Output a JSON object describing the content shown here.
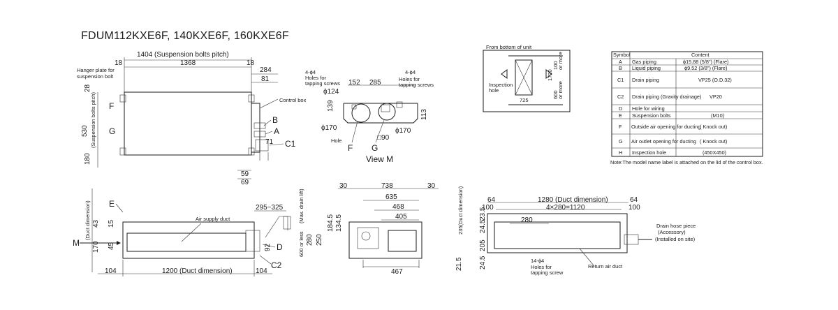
{
  "title": "FDUM112KXE6F, 140KXE6F, 160KXE6F",
  "top_view": {
    "dims": [
      "1404 (Suspension bolts pitch)",
      "18",
      "1368",
      "18",
      "284",
      "81",
      "28",
      "530",
      "(Suspension bolts pitch)",
      "180",
      "71",
      "59",
      "69"
    ],
    "callouts": [
      "Hanger plate for",
      "suspension bolt",
      "Control box",
      "F",
      "G",
      "B",
      "A",
      "C1"
    ]
  },
  "view_m": {
    "notes": [
      "4-ϕ4",
      "Holes for",
      "tapping screws",
      "4-ϕ4",
      "Holes for",
      "tapping screws"
    ],
    "dims": [
      "152",
      "285",
      "ϕ124",
      "139",
      "113",
      "ϕ170",
      "ϕ170",
      "□90"
    ],
    "labels": [
      "Hole",
      "F",
      "G"
    ],
    "caption": "View M"
  },
  "bottom_inset": {
    "title": "From bottom of unit",
    "hole_label": [
      "Inspection",
      "hole"
    ],
    "dims": [
      "1720",
      "100",
      "or more",
      "600",
      "or more",
      "725"
    ]
  },
  "table": {
    "headers": [
      "Symbol",
      "Content"
    ],
    "rows": [
      {
        "sym": "A",
        "name": "Gas piping",
        "val": "ϕ15.88 (5/8\")  (Flare)"
      },
      {
        "sym": "B",
        "name": "Liquid piping",
        "val": "ϕ9.52 (3/8\")  (Flare)"
      },
      {
        "sym": "C1",
        "name": "Drain piping",
        "val": "VP25 (O.D.32)"
      },
      {
        "sym": "C2",
        "name": "Drain piping (Gravity drainage)",
        "val": "VP20"
      },
      {
        "sym": "D",
        "name": "Hole for wiring",
        "val": ""
      },
      {
        "sym": "E",
        "name": "Suspension bolts",
        "val": "(M10)"
      },
      {
        "sym": "F",
        "name": "Outside air opening for ducting",
        "val": "( Knock out)"
      },
      {
        "sym": "G",
        "name": "Air outlet opening for ducting",
        "val": "( Knock out)"
      },
      {
        "sym": "H",
        "name": "Inspection hole",
        "val": "(450X450)"
      }
    ],
    "note": "Note:The model name label is attached on the lid of the control box."
  },
  "front_view": {
    "dims": [
      "(Duct dimension)",
      "43",
      "15",
      "170",
      "45",
      "92",
      "295~325",
      "1200 (Duct dimension)",
      "104",
      "104"
    ],
    "callouts": [
      "E",
      "Air supply duct",
      "M",
      "D",
      "C2"
    ]
  },
  "side_view": {
    "dims": [
      "30",
      "738",
      "30",
      "635",
      "468",
      "405",
      "184.5",
      "134.5",
      "(Max. drain lift)",
      "600 or less",
      "280",
      "250",
      "467"
    ]
  },
  "rear_view": {
    "dims": [
      "235(Duct dimension)",
      "64",
      "1280 (Duct dimension)",
      "64",
      "100",
      "4×280=1120",
      "100",
      "280",
      "23.5",
      "24.5",
      "205",
      "24.5",
      "21.5",
      "14-ϕ4",
      "Holes for",
      "tapping screw"
    ],
    "callouts": [
      "Drain hose piece",
      "(Accessory)",
      "(Installed on site)",
      "Return air duct"
    ]
  }
}
